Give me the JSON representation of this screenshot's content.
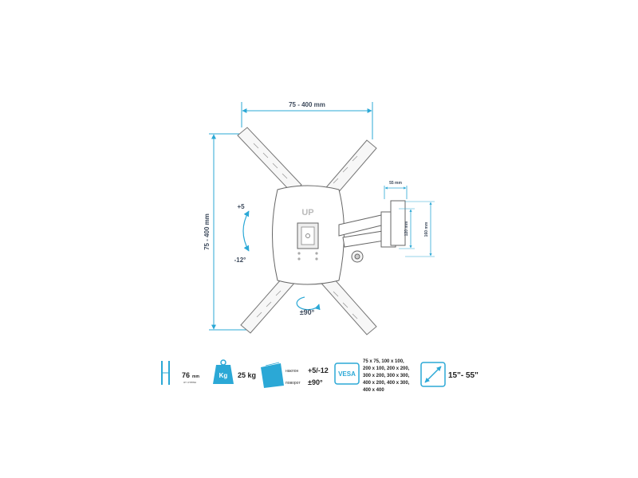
{
  "dimensions": {
    "width_label": "75 - 400 mm",
    "height_label": "75 - 400 mm",
    "tilt_up": "+5",
    "tilt_down": "-12°",
    "rotation": "±90°",
    "arm_depth": "55 mm",
    "arm_height_inner": "120 mm",
    "arm_height_outer": "160 mm"
  },
  "brand": "UP",
  "specs": {
    "wall_distance_value": "76",
    "wall_distance_unit": "mm",
    "wall_distance_note": "от стены",
    "weight_icon_label": "Kg",
    "weight_value": "25 kg",
    "tilt_label": "наклон",
    "tilt_value": "+5/-12",
    "swivel_label": "поворот",
    "swivel_value": "±90°",
    "vesa_label": "VESA",
    "vesa_lines": [
      "75 x 75, 100 x 100,",
      "200 x 100, 200 x 200,",
      "300 x 200, 300 x 300,",
      "400 x 200, 400 x 300,",
      "400 x 400"
    ],
    "screen_size": "15\"- 55\""
  },
  "colors": {
    "accent": "#2ba8d6",
    "line": "#555555",
    "bracket": "#9aa0a6"
  }
}
